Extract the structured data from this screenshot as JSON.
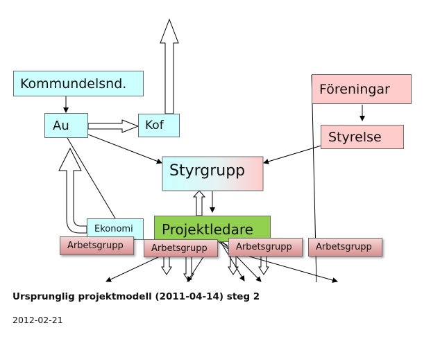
{
  "nodes": {
    "kommundelsnd": "Kommundelsnd.",
    "au": "Au",
    "kof": "Kof",
    "foreningar": "Föreningar",
    "styrelse": "Styrelse",
    "styrgrupp": "Styrgrupp",
    "ekonomi": "Ekonomi",
    "projektledare": "Projektledare",
    "arbetsgrupp_1": "Arbetsgrupp",
    "arbetsgrupp_2": "Arbetsgrupp",
    "arbetsgrupp_3": "Arbetsgrupp",
    "arbetsgrupp_4": "Arbetsgrupp"
  },
  "caption": "Ursprunglig projektmodell (2011-04-14) steg 2",
  "date": "2012-02-21",
  "colors": {
    "cyan_fill": "#ccffff",
    "pink_fill": "#ffcccc",
    "green_fill": "#92d050",
    "arbetsgrupp_fill": "#e8a0a0",
    "line": "#000000"
  }
}
